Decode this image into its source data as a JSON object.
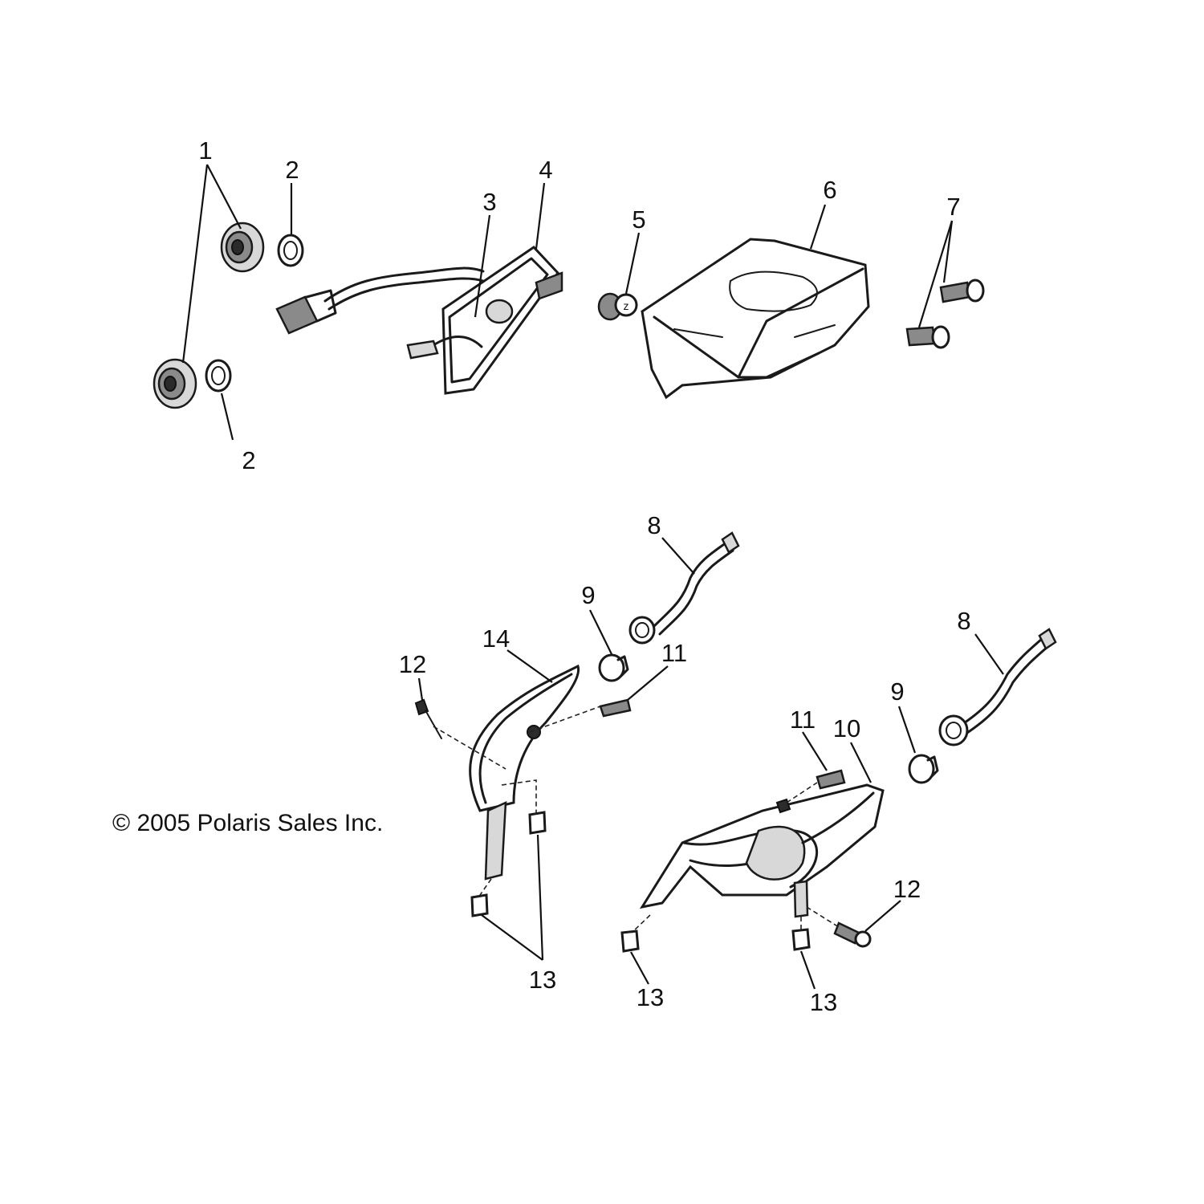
{
  "copyright": "© 2005 Polaris Sales Inc.",
  "callouts": {
    "c1": "1",
    "c2a": "2",
    "c2b": "2",
    "c3": "3",
    "c4": "4",
    "c5": "5",
    "c6": "6",
    "c7": "7",
    "c8a": "8",
    "c8b": "8",
    "c9a": "9",
    "c9b": "9",
    "c10": "10",
    "c11a": "11",
    "c11b": "11",
    "c12a": "12",
    "c12b": "12",
    "c13a": "13",
    "c13b": "13",
    "c13c": "13",
    "c14": "14"
  }
}
